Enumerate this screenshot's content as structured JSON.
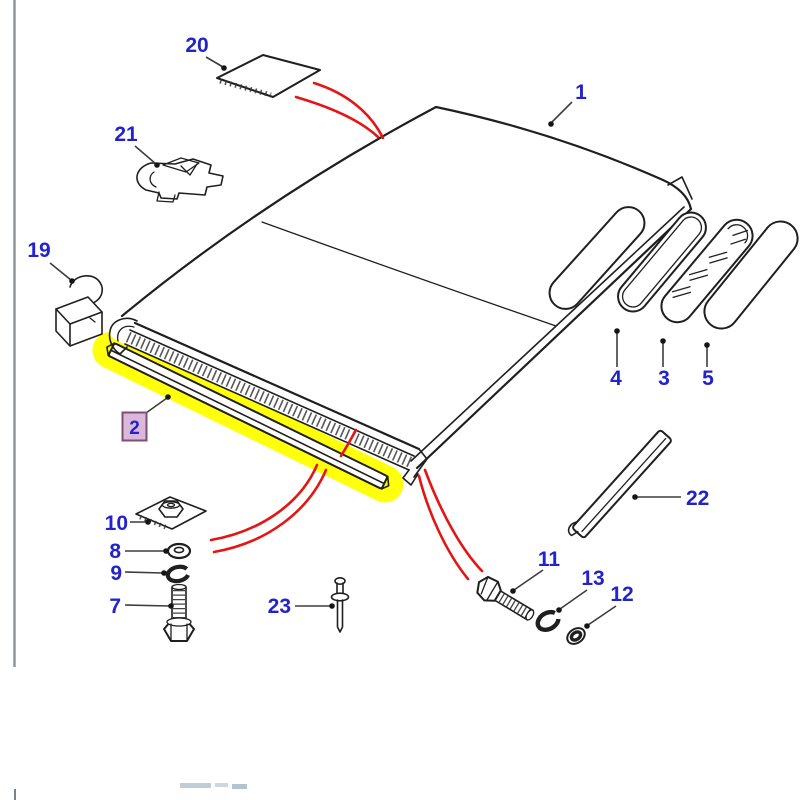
{
  "diagram": {
    "callouts": {
      "c1": "1",
      "c2": "2",
      "c3": "3",
      "c4": "4",
      "c5": "5",
      "c7": "7",
      "c8": "8",
      "c9": "9",
      "c10": "10",
      "c11": "11",
      "c12": "12",
      "c13": "13",
      "c19": "19",
      "c20": "20",
      "c21": "21",
      "c22": "22",
      "c23": "23"
    },
    "highlighted_callout": "2",
    "colors": {
      "callout_text_blue": "#2223cb",
      "highlight_yellow": "#ffff00",
      "indicator_red": "#e51515",
      "line_black": "#1f1f1f",
      "leader_gray": "#3d3d3d",
      "callout2_box_fill": "#d9b8da",
      "callout2_box_border": "#7b4f76",
      "frame_rule_gray": "#8b929b"
    }
  }
}
